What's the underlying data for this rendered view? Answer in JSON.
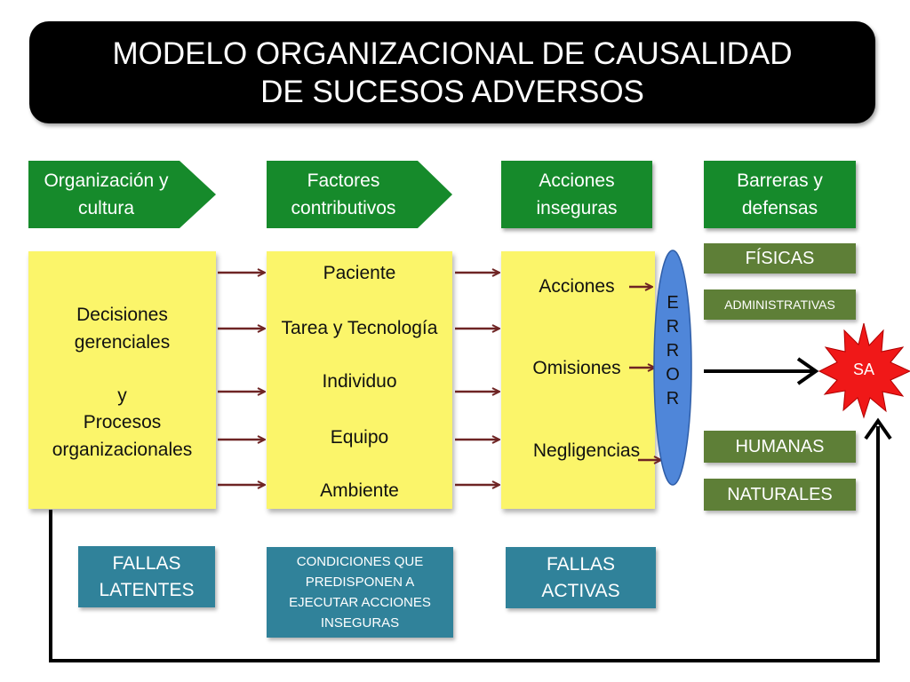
{
  "title": "MODELO ORGANIZACIONAL DE CAUSALIDAD DE SUCESOS ADVERSOS",
  "headers": {
    "organizacion": "Organización y cultura",
    "factores": "Factores contributivos",
    "acciones": "Acciones inseguras",
    "barreras": "Barreras y defensas"
  },
  "col1": {
    "decisiones": "Decisiones gerenciales",
    "y": "y",
    "procesos": "Procesos organizacionales"
  },
  "col2": {
    "items": [
      "Paciente",
      "Tarea y Tecnología",
      "Individuo",
      "Equipo",
      "Ambiente"
    ]
  },
  "col3": {
    "items": [
      "Acciones",
      "Omisiones",
      "Negligencias"
    ]
  },
  "error": {
    "letters": [
      "E",
      "R",
      "R",
      "O",
      "R"
    ]
  },
  "barriers": {
    "fisicas": "FÍSICAS",
    "administrativas": "ADMINISTRATIVAS",
    "humanas": "HUMANAS",
    "naturales": "NATURALES"
  },
  "outcome": "SA",
  "footer": {
    "fallas_latentes": "FALLAS LATENTES",
    "condiciones": "CONDICIONES QUE PREDISPONEN A EJECUTAR ACCIONES INSEGURAS",
    "fallas_activas": "FALLAS ACTIVAS"
  },
  "colors": {
    "title_bg": "#000000",
    "header_green": "#168a2b",
    "box_yellow": "#fbf56a",
    "barrier_olive": "#5e7f37",
    "footer_teal": "#30829a",
    "error_blue": "#4f86d9",
    "arrow_brown": "#6e2424",
    "sa_red": "#f01818"
  }
}
